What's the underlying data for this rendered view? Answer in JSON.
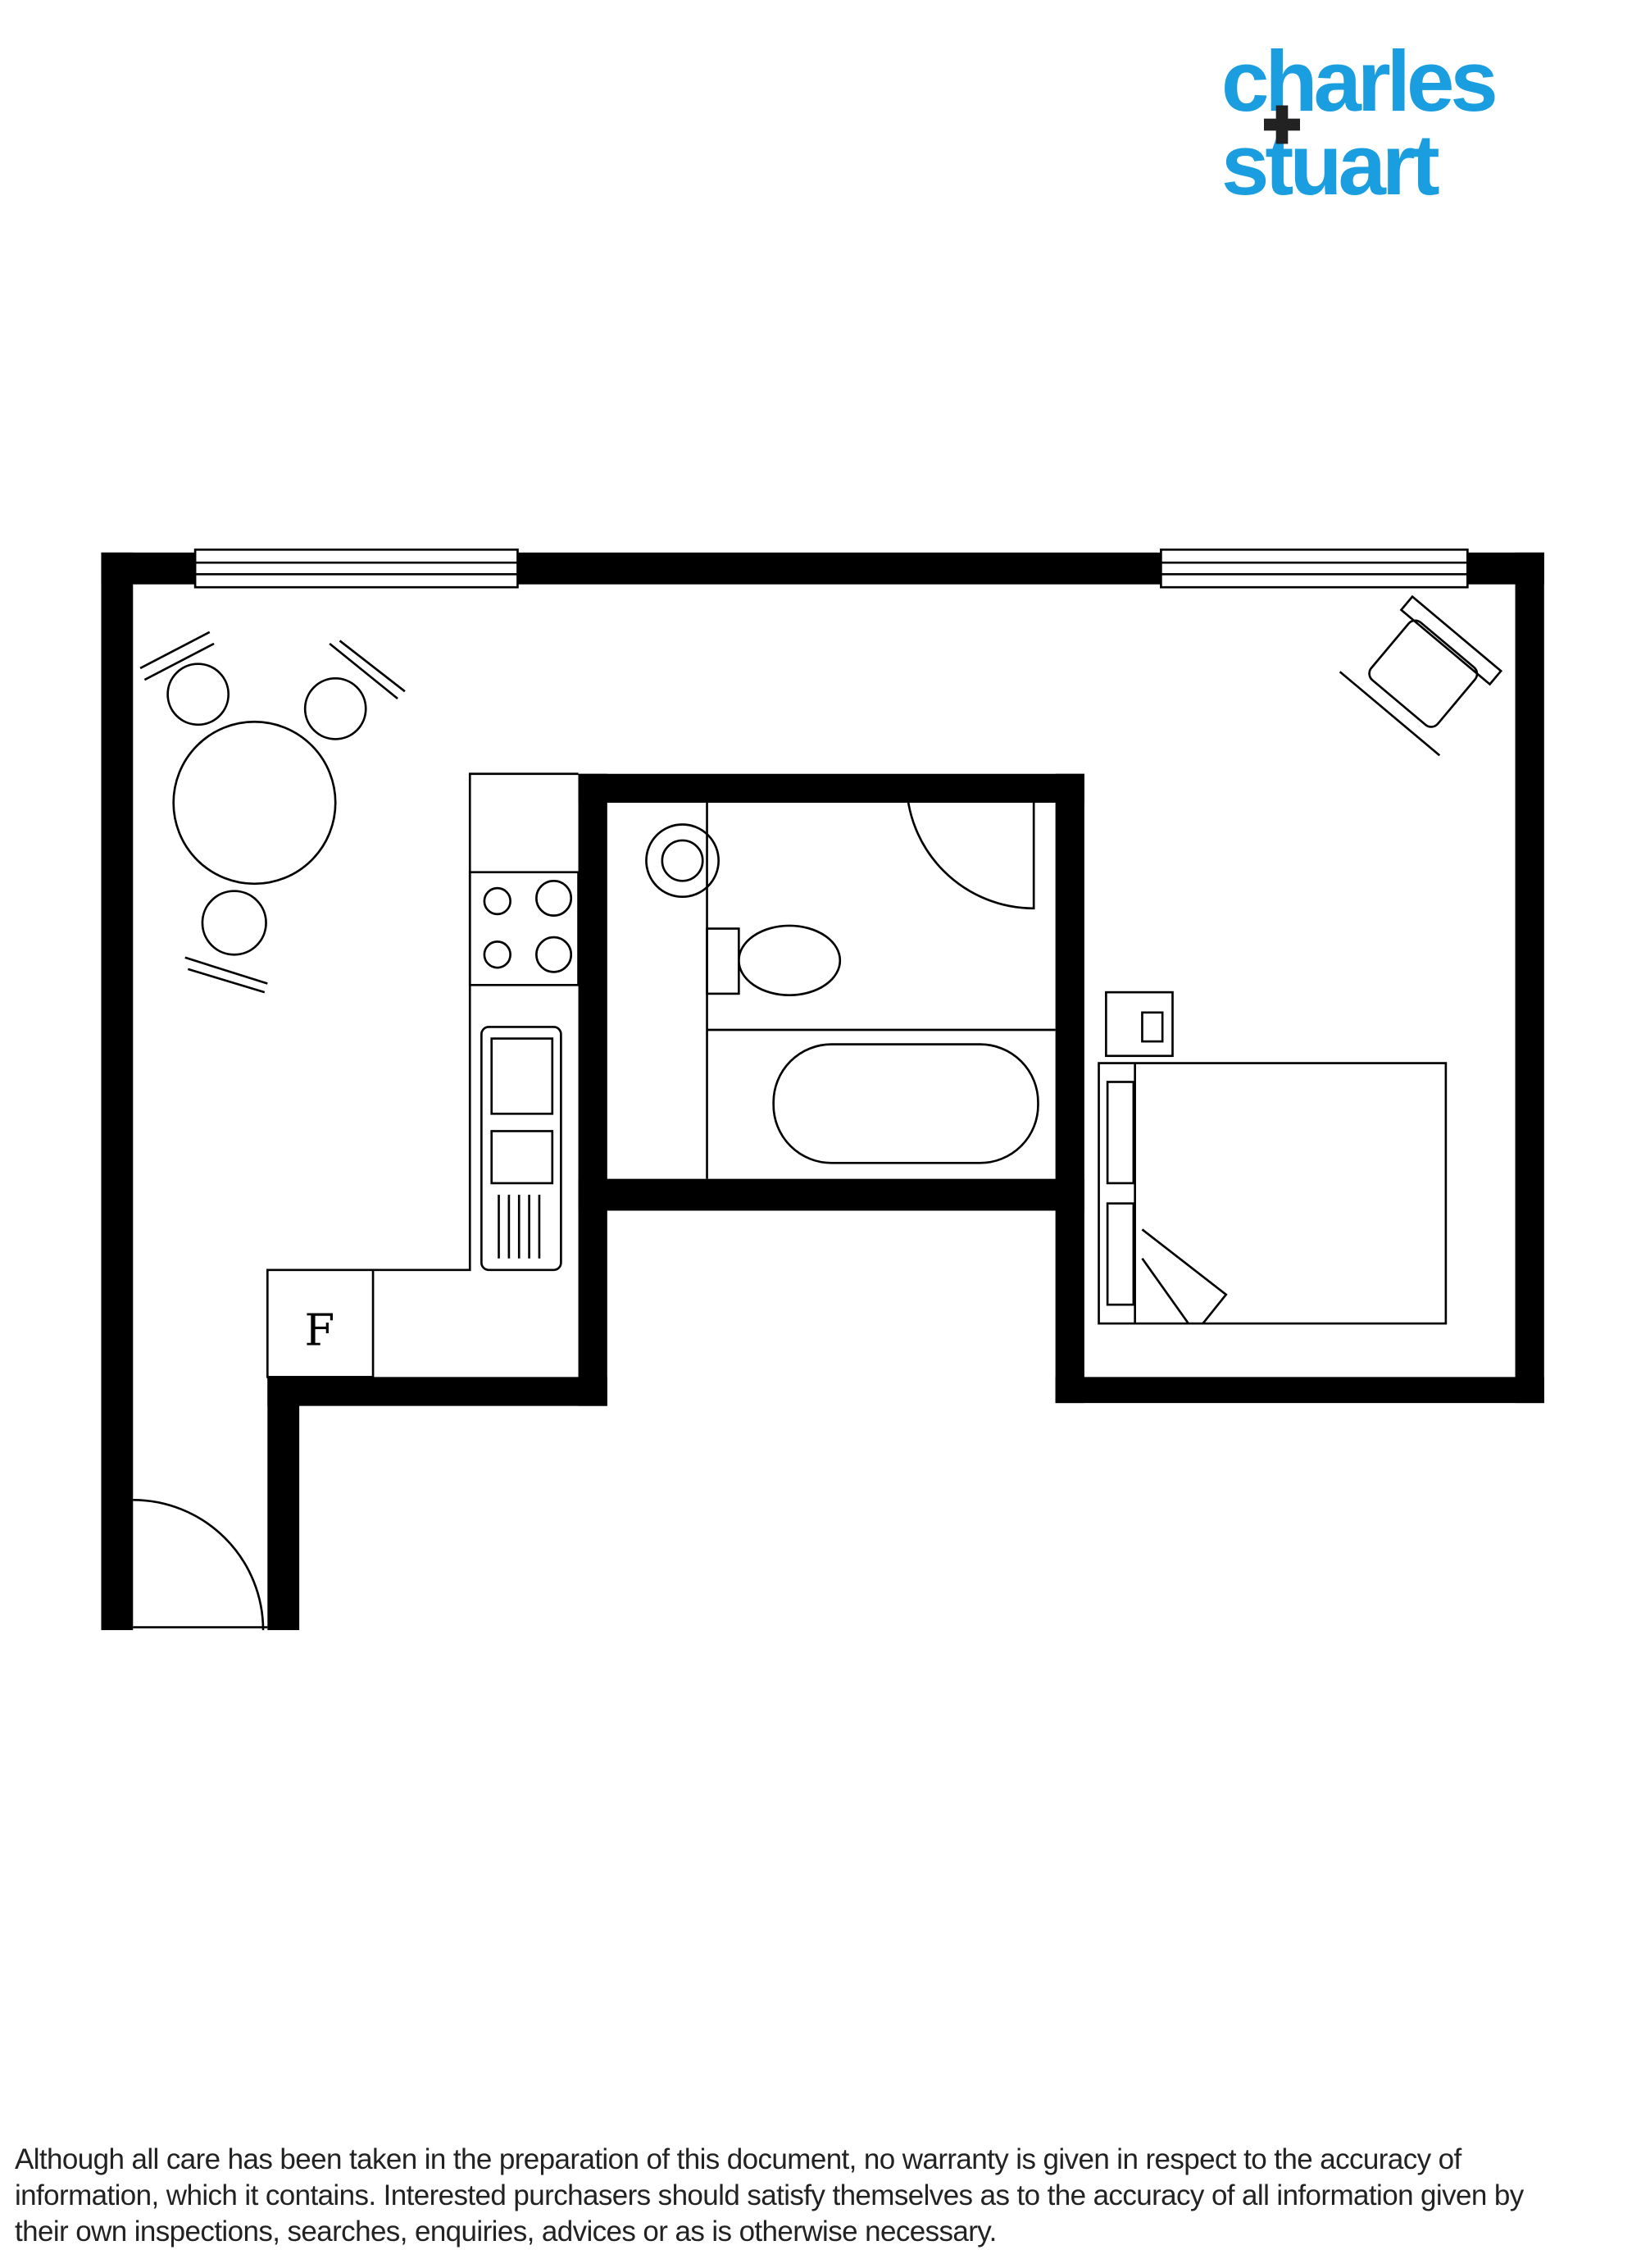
{
  "logo": {
    "line1": "charles",
    "line2": "stuart",
    "brand_color": "#1a9ee0"
  },
  "floorplan": {
    "fridge_label": "F"
  },
  "disclaimer": {
    "line1": "Although all care has been taken in the preparation of this document, no warranty is given in respect to the accuracy of",
    "line2": "information, which it contains. Interested purchasers should satisfy themselves as to the accuracy of all information given by",
    "line3": "their own inspections, searches, enquiries, advices or as is otherwise necessary."
  }
}
